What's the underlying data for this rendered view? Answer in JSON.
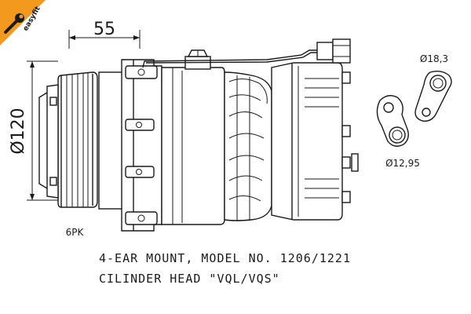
{
  "brand": {
    "badge_text": "easyfit",
    "accent_color": "#f39a1e"
  },
  "dimensions": {
    "width_label": "55",
    "diameter_label": "Ø120",
    "pulley_label": "6PK",
    "port_large_label": "Ø18,3",
    "port_small_label": "Ø12,95"
  },
  "caption": {
    "line1": "4-EAR MOUNT, MODEL NO. 1206/1221",
    "line2": "CILINDER HEAD \"VQL/VQS\""
  }
}
